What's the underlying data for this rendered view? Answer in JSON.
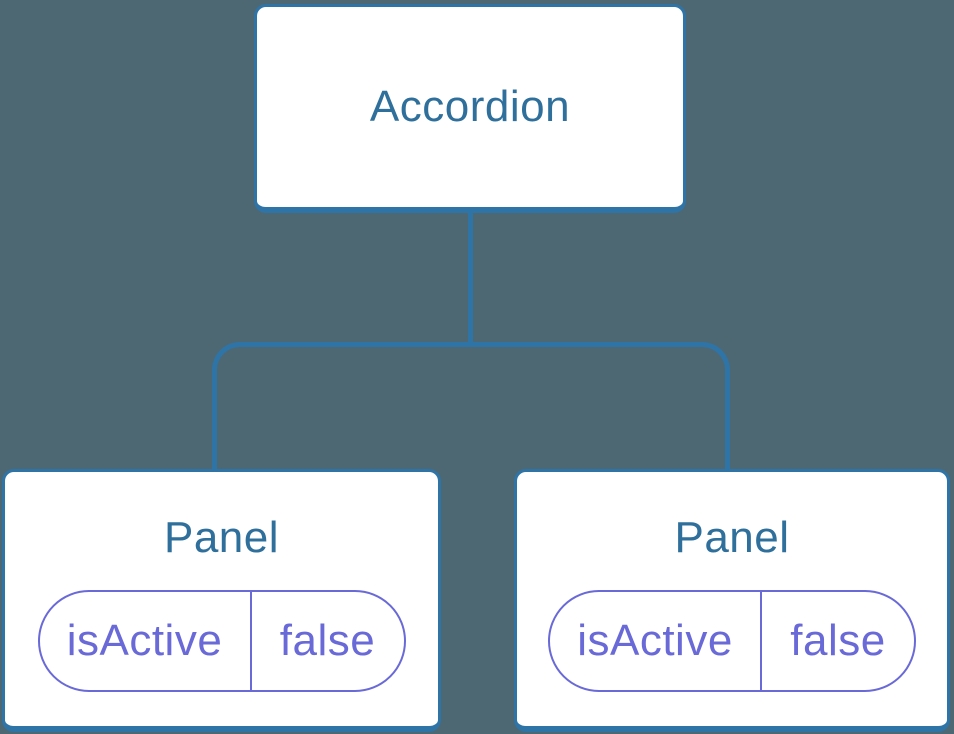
{
  "diagram": {
    "type": "component-tree",
    "root": {
      "label": "Accordion"
    },
    "panels": [
      {
        "label": "Panel",
        "state": {
          "key": "isActive",
          "value": "false"
        }
      },
      {
        "label": "Panel",
        "state": {
          "key": "isActive",
          "value": "false"
        }
      }
    ]
  },
  "colors": {
    "page_bg": "#4D6873",
    "node_fill": "#FFFFFF",
    "node_border": "#2E74A7",
    "connector": "#2E74A7",
    "title_text": "#2F6F9B",
    "pill_border": "#6969D8",
    "pill_text": "#6969D8"
  }
}
